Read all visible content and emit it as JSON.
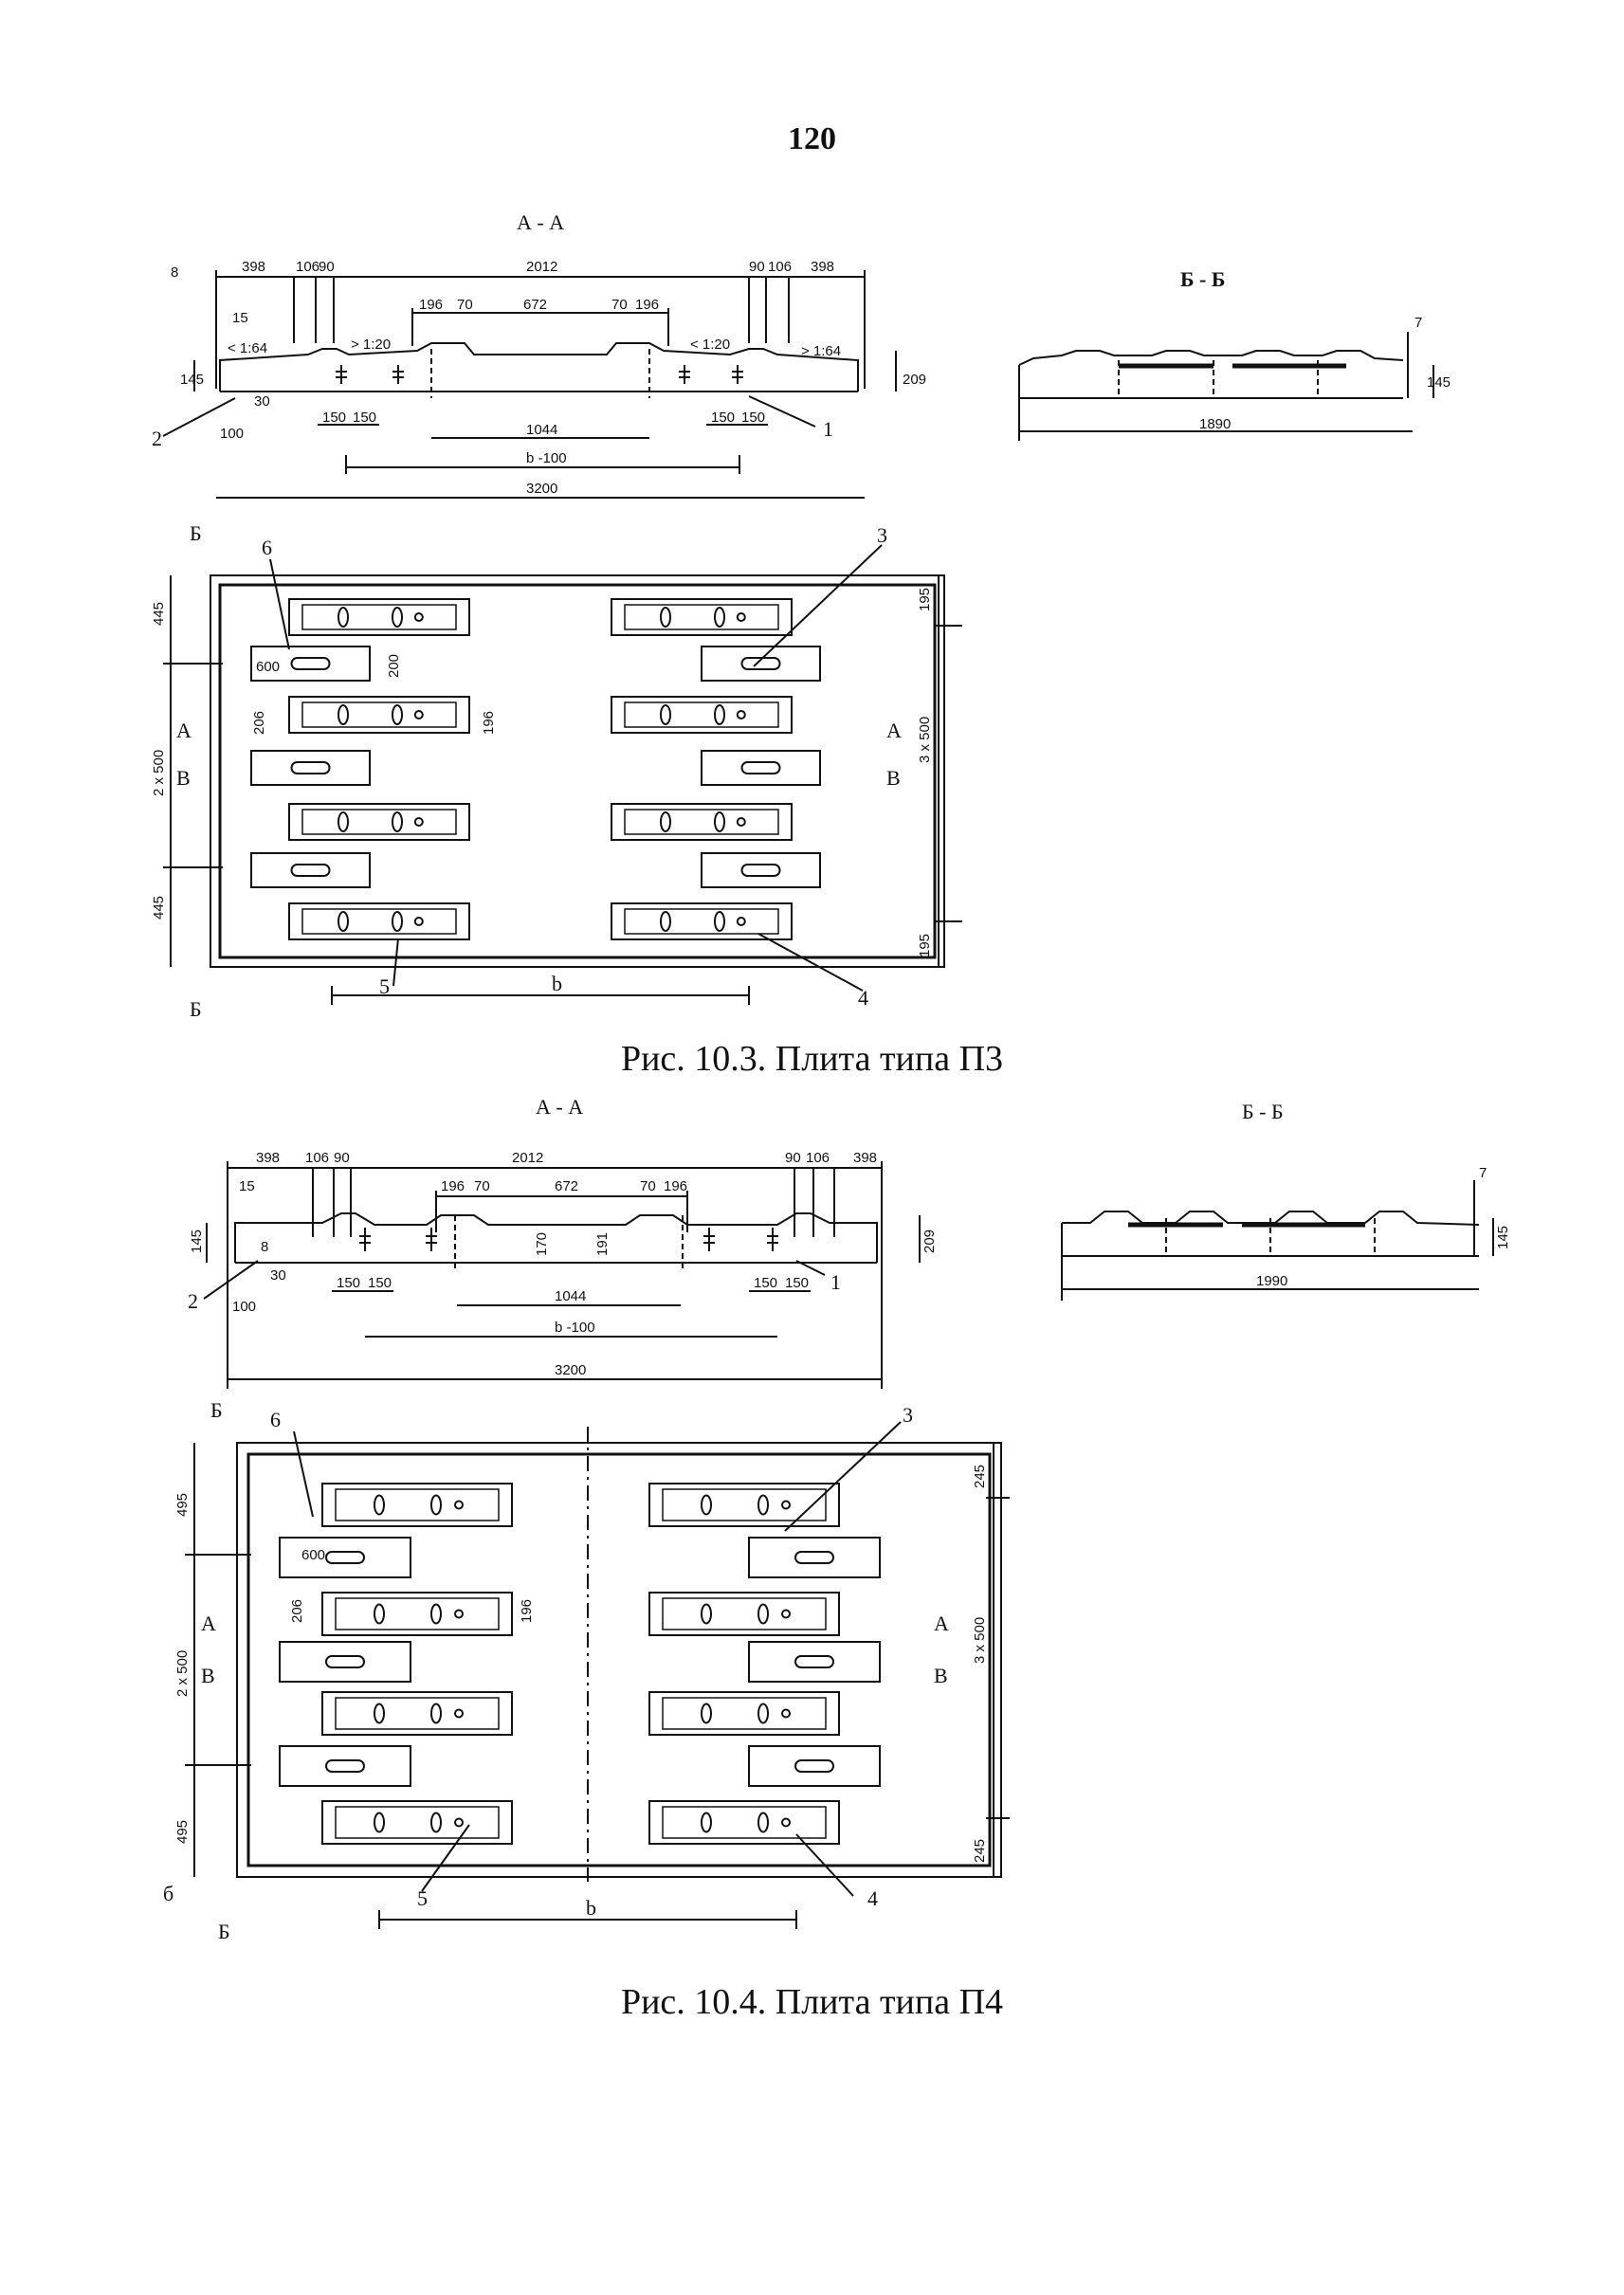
{
  "page_number": "120",
  "figure1": {
    "caption": "Рис. 10.3. Плита типа П3",
    "section_aa": "А - А",
    "section_bb": "Б - Б",
    "dims_top": [
      "398",
      "106",
      "90",
      "2012",
      "90",
      "106",
      "398"
    ],
    "dims_mid": [
      "196",
      "70",
      "672",
      "70",
      "196"
    ],
    "slopes": [
      "< 1:64",
      "> 1:20",
      "< 1:20",
      "> 1:64"
    ],
    "dims_small": [
      "8",
      "15",
      "145",
      "30",
      "100",
      "209"
    ],
    "dims_bottom": [
      "150",
      "150",
      "1044",
      "150",
      "150",
      "b -100",
      "3200"
    ],
    "bb_dims": [
      "7",
      "145",
      "1890"
    ],
    "plan_dims": [
      "445",
      "2 х 500",
      "445",
      "195",
      "3 х 500",
      "195",
      "600",
      "200",
      "206",
      "196",
      "b"
    ],
    "callouts": [
      "1",
      "2",
      "3",
      "4",
      "5",
      "6"
    ],
    "section_marks": [
      "Б",
      "А",
      "В",
      "Б",
      "А",
      "В"
    ]
  },
  "figure2": {
    "caption": "Рис. 10.4. Плита типа П4",
    "section_aa": "А - А",
    "section_bb": "Б - Б",
    "dims_top": [
      "398",
      "106",
      "90",
      "2012",
      "90",
      "106",
      "398"
    ],
    "dims_mid": [
      "196",
      "70",
      "672",
      "70",
      "196"
    ],
    "dims_small": [
      "15",
      "145",
      "8",
      "30",
      "100",
      "170",
      "191",
      "209"
    ],
    "dims_bottom": [
      "150",
      "150",
      "1044",
      "150",
      "150",
      "b -100",
      "3200"
    ],
    "bb_dims": [
      "7",
      "145",
      "1990"
    ],
    "plan_dims": [
      "495",
      "2 х 500",
      "495",
      "245",
      "3 х 500",
      "245",
      "600",
      "206",
      "196",
      "b",
      "б"
    ],
    "callouts": [
      "1",
      "2",
      "3",
      "4",
      "5",
      "6"
    ],
    "section_marks": [
      "Б",
      "А",
      "В",
      "Б",
      "А",
      "В"
    ]
  }
}
